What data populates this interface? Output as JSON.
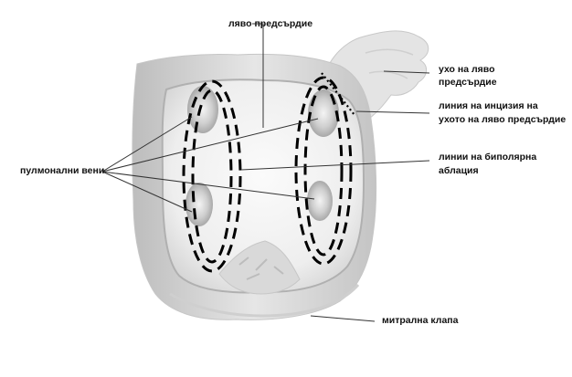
{
  "labels": {
    "left_atrium": "ляво предсърдие",
    "appendage_line1": "ухо на ляво",
    "appendage_line2": "предсърдие",
    "incision_line1": "линия на инцизия на",
    "incision_line2": "ухото на ляво предсърдие",
    "pulmonary_veins": "пулмонални вени",
    "ablation_line1": "линии на биполярна",
    "ablation_line2": "аблация",
    "mitral_valve": "митрална клапа"
  },
  "colors": {
    "label_text": "#111111",
    "leader_line": "#333333",
    "ablation_dash": "#000000",
    "tissue_light": "#f2f2f2",
    "tissue_shadow": "#b8b8b8"
  }
}
